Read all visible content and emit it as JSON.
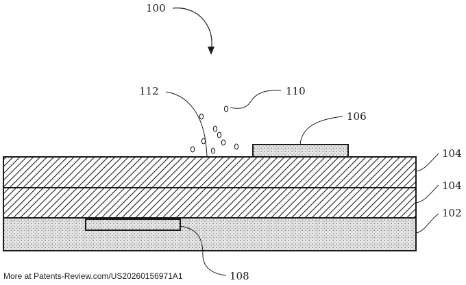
{
  "figure": {
    "labels": {
      "device": "100",
      "substrate": "102",
      "layer_upper": "104",
      "layer_lower": "104",
      "top_pad": "106",
      "buried_pad": "108",
      "particles": "110",
      "interface": "112"
    },
    "particle_glyph": "o"
  },
  "footer": {
    "source": "More at Patents-Review.com/US20260156971A1"
  },
  "colors": {
    "ink": "#1a1a1a",
    "background": "#ffffff",
    "dot_fill": "#e4e4e4"
  },
  "icons": {
    "hatch": "diagonal-hatch-pattern",
    "dots": "stipple-pattern"
  }
}
